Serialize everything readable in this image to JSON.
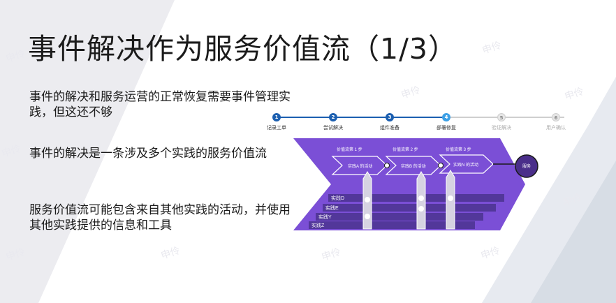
{
  "slide": {
    "title": "事件解决作为服务价值流（1/3）",
    "bullets": [
      "事件的解决和服务运营的正常恢复需要事件管理实践，但这还不够",
      "事件的解决是一条涉及多个实践的服务价值流",
      "服务价值流可能包含来自其他实践的活动，并使用其他实践提供的信息和工具"
    ],
    "watermark": "申伶"
  },
  "steps": [
    {
      "num": "1",
      "label": "记录工单",
      "state": "done"
    },
    {
      "num": "2",
      "label": "尝试解决",
      "state": "done"
    },
    {
      "num": "3",
      "label": "组件准备",
      "state": "done"
    },
    {
      "num": "4",
      "label": "部署修复",
      "state": "current"
    },
    {
      "num": "5",
      "label": "验证解决",
      "state": "todo"
    },
    {
      "num": "6",
      "label": "用户确认",
      "state": "todo"
    }
  ],
  "diagram": {
    "stage_labels": [
      "价值流第 1 步",
      "价值流第 2 步",
      "价值流第 3 步"
    ],
    "activity_labels": [
      "实践A 的活动",
      "实践B 的活动",
      "实践N 的活动"
    ],
    "end_label": "服务",
    "practice_labels": [
      "实践D",
      "实践E",
      "实践Y",
      "实践Z"
    ]
  },
  "colors": {
    "accent_dark": "#1c5fb0",
    "accent_light": "#3ca0e6",
    "purple": "#7b4fd6",
    "purple_dark": "#52379a",
    "stripe": "#ececf0"
  }
}
